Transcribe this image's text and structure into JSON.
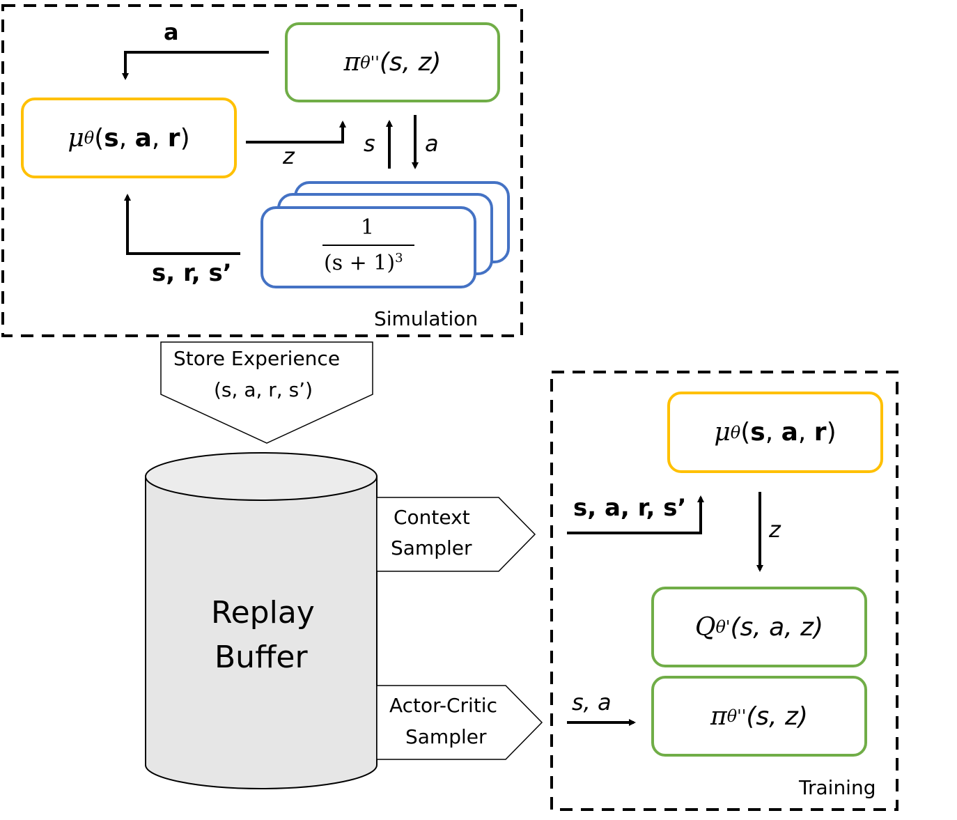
{
  "colors": {
    "encoder": "#ffc000",
    "policy": "#70ad47",
    "env": "#4472c4",
    "cylinder_fill": "#e6e6e6",
    "line": "#000000"
  },
  "simulation": {
    "title": "Simulation",
    "policy_box": {
      "fn": "π",
      "sub": "θ''",
      "args": "(s, z)"
    },
    "encoder_box": {
      "fn": "μ",
      "sub": "θ",
      "args": [
        "s",
        "a",
        "r"
      ]
    },
    "env_box": {
      "numerator": "1",
      "denominator": "(s + 1)",
      "exponent": "3"
    },
    "arrow_labels": {
      "action_to_encoder": "a",
      "latent": "z",
      "state_up": "s",
      "action_down": "a",
      "transition": "s, r, s’"
    }
  },
  "store": {
    "line1": "Store Experience",
    "line2": "(s, a, r, s’)"
  },
  "replay_buffer": {
    "line1": "Replay",
    "line2": "Buffer"
  },
  "samplers": {
    "context": {
      "line1": "Context",
      "line2": "Sampler"
    },
    "actor_critic": {
      "line1": "Actor-Critic",
      "line2": "Sampler"
    }
  },
  "training": {
    "title": "Training",
    "encoder_box": {
      "fn": "μ",
      "sub": "θ",
      "args": [
        "s",
        "a",
        "r"
      ]
    },
    "q_box": {
      "fn": "Q",
      "sub": "θ'",
      "args": "(s, a, z)"
    },
    "policy_box": {
      "fn": "π",
      "sub": "θ''",
      "args": "(s, z)"
    },
    "arrow_labels": {
      "context_input": "s, a, r, s’",
      "latent": "z",
      "sa_input": "s, a"
    }
  }
}
